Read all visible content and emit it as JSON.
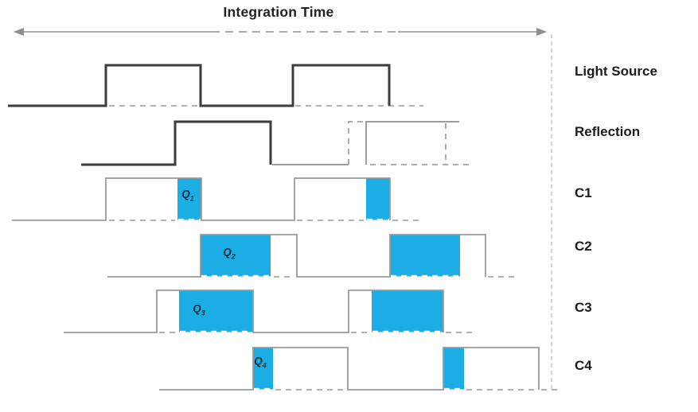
{
  "title": "Integration Time",
  "colors": {
    "accent_blue": "#1CADE4",
    "waveform_dark": "#3d3d3d",
    "waveform_gray": "#9f9f9f"
  },
  "rows": [
    {
      "label": "Light Source"
    },
    {
      "label": "Reflection"
    },
    {
      "label": "C1"
    },
    {
      "label": "C2"
    },
    {
      "label": "C3"
    },
    {
      "label": "C4"
    }
  ],
  "charges": [
    {
      "main": "Q",
      "sub": "1"
    },
    {
      "main": "Q",
      "sub": "2"
    },
    {
      "main": "Q",
      "sub": "3"
    },
    {
      "main": "Q",
      "sub": "4"
    }
  ]
}
